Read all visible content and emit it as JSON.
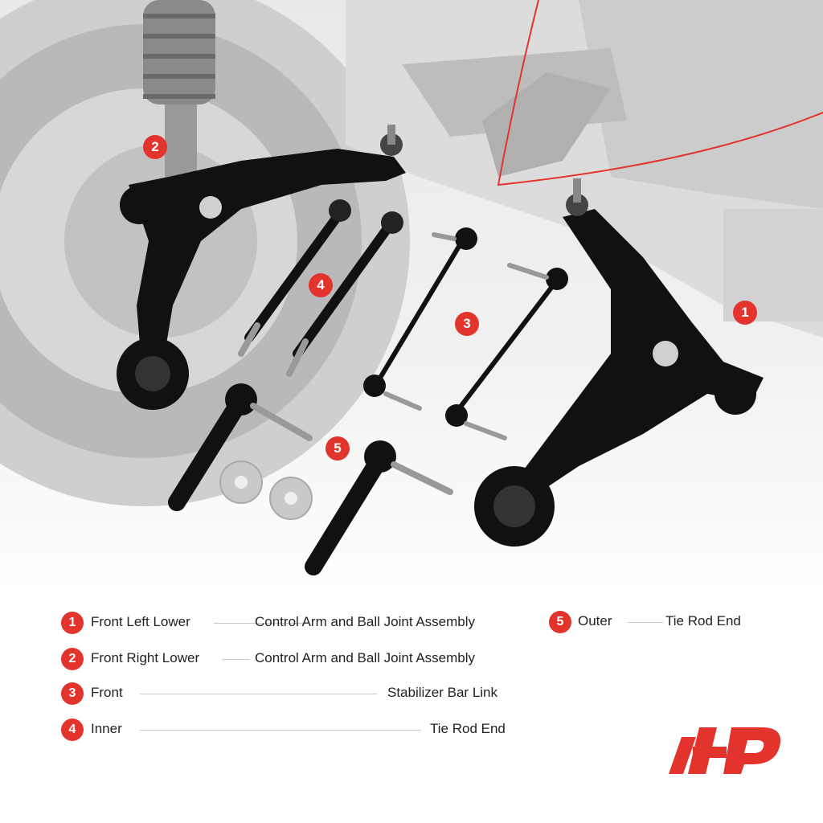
{
  "callouts": [
    "1",
    "2",
    "3",
    "4",
    "5"
  ],
  "legend": [
    {
      "num": "1",
      "position": "Front Left Lower",
      "part": "Control Arm and Ball Joint Assembly"
    },
    {
      "num": "2",
      "position": "Front Right Lower",
      "part": "Control Arm and Ball Joint Assembly"
    },
    {
      "num": "3",
      "position": "Front",
      "part": "Stabilizer Bar Link"
    },
    {
      "num": "4",
      "position": "Inner",
      "part": "Tie Rod End"
    },
    {
      "num": "5",
      "position": "Outer",
      "part": "Tie Rod End"
    }
  ],
  "colors": {
    "accent": "#e2342c",
    "part": "#111111",
    "background": "#ffffff"
  },
  "logo": "a-premium-logo"
}
